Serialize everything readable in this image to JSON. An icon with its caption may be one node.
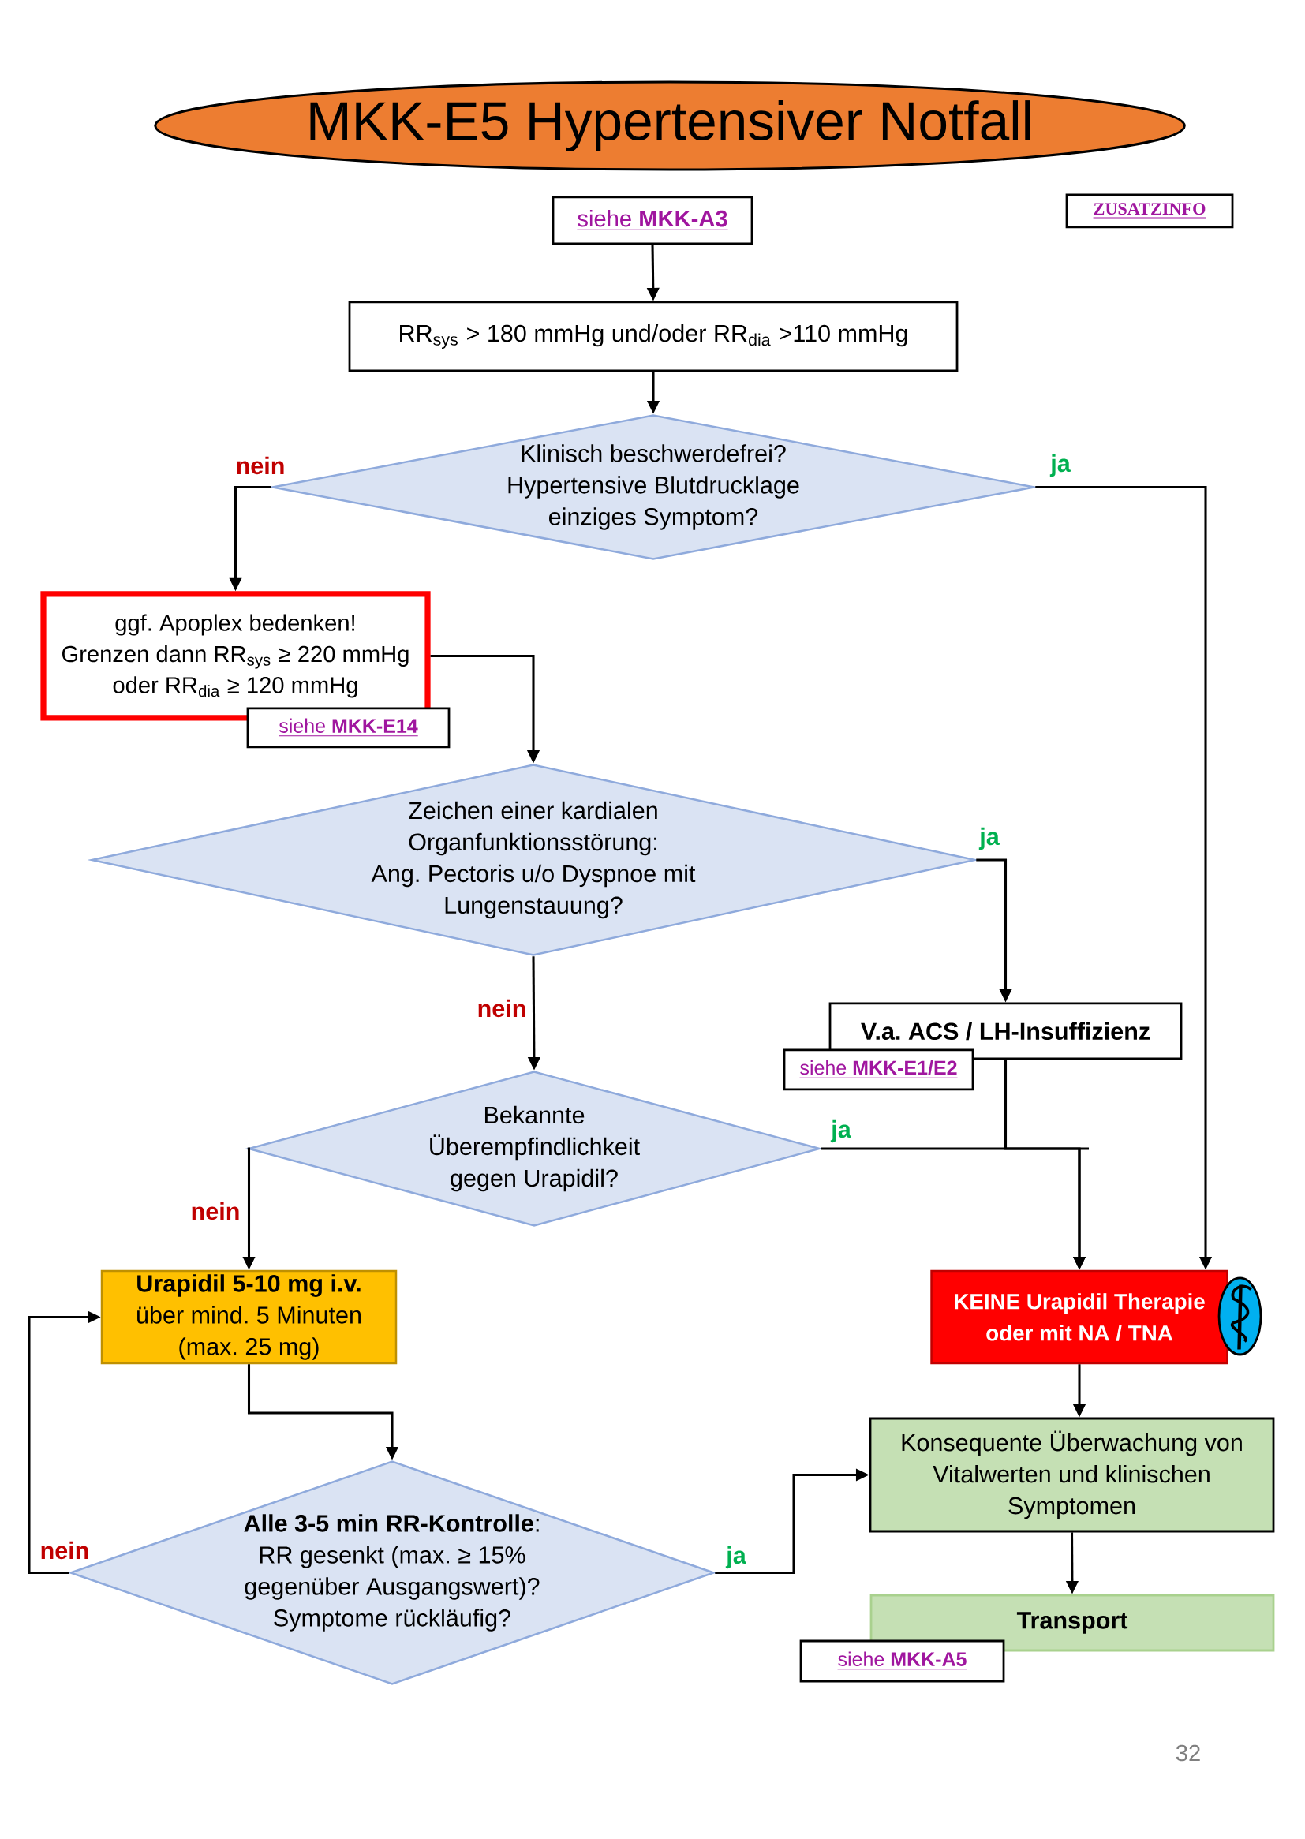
{
  "diagram": {
    "title": "MKK-E5 Hypertensiver Notfall",
    "nodes": [
      {
        "text": [
          "siehe **MKK-A3**"
        ]
      },
      {
        "text": [
          "ZUSATZINFO"
        ]
      },
      {
        "text": [
          "RR$_{sys}$ > 180 mmHg und/oder RR$_{dia}$ >110 mmHg"
        ]
      },
      {
        "text": [
          "Klinisch beschwerdefrei?",
          "Hypertensive Blutdrucklage einziges Symptom?"
        ]
      },
      {
        "text": [
          "ggf. Apoplex bedenken!",
          "Grenzen dann RR$_{sys}$ ≥ 220 mmHg oder RR$_{dia}$ ≥ 120 mmHg"
        ]
      },
      {
        "text": [
          "siehe **MKK-E14**"
        ]
      },
      {
        "text": [
          "Zeichen einer kardialen Organfunktionsstörung:",
          "Ang. Pectoris u/o Dyspnoe mit Lungenstauung?"
        ]
      },
      {
        "text": [
          "V.a. ACS / LH-Insuffizienz"
        ]
      },
      {
        "text": [
          "siehe **MKK-E1/E2**"
        ]
      },
      {
        "text": [
          "Bekannte Überempfindlichkeit gegen Urapidil?"
        ]
      },
      {
        "text": [
          "Urapidil 5-10 mg i.v.",
          "über mind. 5 Minuten (max. 25 mg)"
        ]
      },
      {
        "text": [
          "KEINE Urapidil Therapie oder mit NA / TNA"
        ]
      },
      {
        "text": [
          "Konsequente Überwachung von Vitalwerten und klinischen Symptomen"
        ]
      },
      {
        "text": [
          "**Alle 3-5 min RR-Kontrolle**:",
          "RR gesenkt (max. ≥ 15% gegenüber Ausgangswert)?",
          "Symptome rückläufig?"
        ]
      },
      {
        "text": [
          "Transport"
        ]
      },
      {
        "text": [
          "siehe **MKK-A5**"
        ]
      }
    ],
    "edges": [
      {
        "from": 0,
        "to": 2,
        "arrow": "to"
      },
      {
        "from": 2,
        "to": 3,
        "arrow": "to"
      },
      {
        "from": 3,
        "to": 4,
        "arrow": "to",
        "label": "nein"
      },
      {
        "from": 3,
        "to": 11,
        "arrow": "to",
        "label": "ja"
      },
      {
        "from": 4,
        "to": 6,
        "arrow": "to"
      },
      {
        "from": 6,
        "to": 7,
        "arrow": "to",
        "label": "ja"
      },
      {
        "from": 6,
        "to": 9,
        "arrow": "to",
        "label": "nein"
      },
      {
        "from": 7,
        "to": 11,
        "arrow": "to"
      },
      {
        "from": 9,
        "to": 11,
        "arrow": "to",
        "label": "ja"
      },
      {
        "from": 9,
        "to": 10,
        "arrow": "to",
        "label": "nein"
      },
      {
        "from": 10,
        "to": 13,
        "arrow": "to"
      },
      {
        "from": 13,
        "to": 10,
        "arrow": "to",
        "label": "nein"
      },
      {
        "from": 13,
        "to": 12,
        "arrow": "to",
        "label": "ja"
      },
      {
        "from": 11,
        "to": 12,
        "arrow": "to"
      },
      {
        "from": 12,
        "to": 14,
        "arrow": "to"
      }
    ],
    "labels": [
      "32"
    ]
  }
}
